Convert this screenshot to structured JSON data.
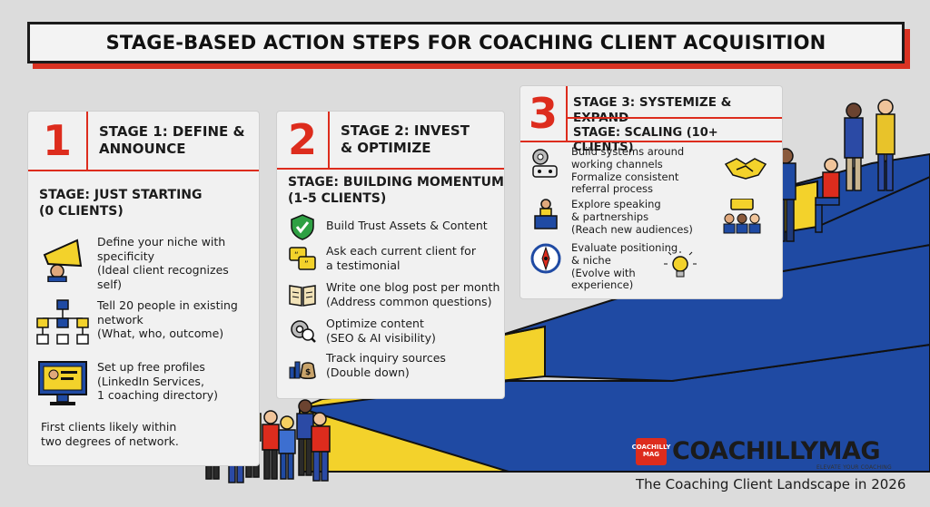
{
  "title": "STAGE-BASED ACTION STEPS FOR COACHING CLIENT ACQUISITION",
  "colors": {
    "accent": "#dd2c1d",
    "stair_blue": "#1f4aa3",
    "stair_yellow": "#f3d22b",
    "background": "#dcdcdc"
  },
  "stage1": {
    "number": "1",
    "title_line1": "STAGE 1: DEFINE &",
    "title_line2": "ANNOUNCE",
    "sub_line1": "STAGE: JUST STARTING",
    "sub_line2": "(0 CLIENTS)",
    "items": [
      {
        "icon": "megaphone-icon",
        "lines": [
          "Define your niche with",
          "specificity",
          "(Ideal client recognizes self)"
        ]
      },
      {
        "icon": "network-icon",
        "lines": [
          "Tell 20 people in existing",
          "network",
          "(What, who, outcome)"
        ]
      },
      {
        "icon": "profile-monitor-icon",
        "lines": [
          "Set up free profiles",
          "(LinkedIn Services,",
          "1 coaching directory)"
        ]
      }
    ],
    "note_line1": "First clients likely within",
    "note_line2": "two degrees of network."
  },
  "stage2": {
    "number": "2",
    "title_line1": "STAGE 2: INVEST",
    "title_line2": "& OPTIMIZE",
    "sub_line1": "STAGE: BUILDING MOMENTUM",
    "sub_line2": "(1-5 CLIENTS)",
    "items": [
      {
        "icon": "shield-check-icon",
        "lines": [
          "Build Trust Assets & Content"
        ]
      },
      {
        "icon": "testimonial-icon",
        "lines": [
          "Ask each current client for",
          "a testimonial"
        ]
      },
      {
        "icon": "book-icon",
        "lines": [
          "Write one blog post per month",
          "(Address common questions)"
        ]
      },
      {
        "icon": "gear-search-icon",
        "lines": [
          "Optimize content",
          "(SEO & AI visibility)"
        ]
      },
      {
        "icon": "chart-money-icon",
        "lines": [
          "Track inquiry sources",
          "(Double down)"
        ]
      }
    ]
  },
  "stage3": {
    "number": "3",
    "title": "STAGE 3: SYSTEMIZE & EXPAND",
    "sub": "STAGE: SCALING (10+ CLIENTS)",
    "items": [
      {
        "icon": "gears-icon",
        "lines": [
          "Build systems around",
          "working channels",
          "Formalize consistent",
          "referral process"
        ],
        "side_icon": "handshake-icon"
      },
      {
        "icon": "podium-icon",
        "lines": [
          "Explore speaking",
          "& partnerships",
          "(Reach new audiences)"
        ],
        "side_icon": "group-icon"
      },
      {
        "icon": "compass-icon",
        "lines": [
          "Evaluate positioning",
          "& niche",
          "(Evolve with",
          "experience)"
        ],
        "side_icon": "lightbulb-icon"
      }
    ]
  },
  "brand": {
    "badge_line1": "COACHILLY",
    "badge_line2": "MAG",
    "name": "COACHILLYMAG",
    "tagline": "ELEVATE YOUR COACHING"
  },
  "footer": "The Coaching Client Landscape in 2026"
}
